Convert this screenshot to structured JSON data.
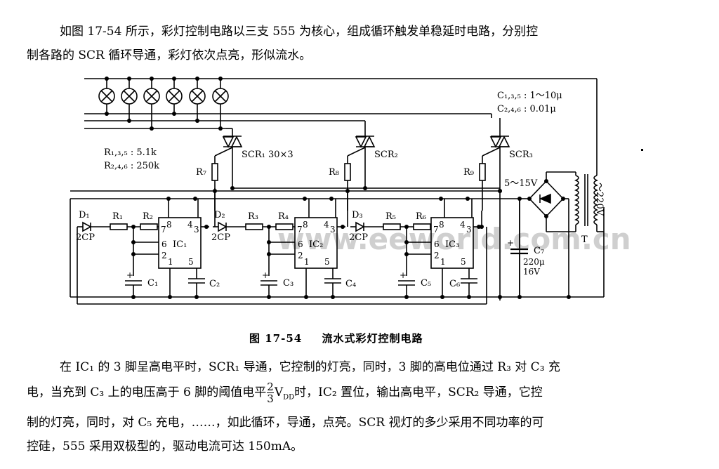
{
  "intro": {
    "line1": "如图 17-54 所示，彩灯控制电路以三支 555 为核心，组成循环触发单稳延时电路，分别控",
    "line2": "制各路的 SCR 循环导通，彩灯依次点亮，形似流水。"
  },
  "diagram": {
    "notes": {
      "c_odd": "C₁,₃,₅ : 1～10μ",
      "c_even": "C₂,₄,₆ : 0.01μ",
      "r_odd": "R₁,₃,₅ : 5.1k",
      "r_even": "R₂,₄,₆ : 250k"
    },
    "lamps": {
      "count": 6,
      "icon": "lamp-icon"
    },
    "scr": [
      {
        "label": "SCR₁",
        "extra": "30×3",
        "gate_resistor": "R₇"
      },
      {
        "label": "SCR₂",
        "extra": "",
        "gate_resistor": "R₈"
      },
      {
        "label": "SCR₃",
        "extra": "",
        "gate_resistor": "R₉"
      }
    ],
    "stages": [
      {
        "diode": "D₁",
        "diode_type": "2CP",
        "r_a": "R₁",
        "r_b": "R₂",
        "ic": "IC₁",
        "c_timing": "C₁",
        "c_ctrl": "C₂"
      },
      {
        "diode": "D₂",
        "diode_type": "2CP",
        "r_a": "R₃",
        "r_b": "R₄",
        "ic": "IC₂",
        "c_timing": "C₃",
        "c_ctrl": "C₄"
      },
      {
        "diode": "D₃",
        "diode_type": "2CP",
        "r_a": "R₅",
        "r_b": "R₆",
        "ic": "IC₃",
        "c_timing": "C₅",
        "c_ctrl": "C₆"
      }
    ],
    "ic_pins": {
      "p7": "7",
      "p8": "8",
      "p4": "4",
      "p3": "3",
      "p6": "6",
      "p2": "2",
      "p1": "1",
      "p5": "5"
    },
    "supply": {
      "voltage": "5～15V",
      "filter_cap": "C₇",
      "filter_cap_value": "220μ",
      "filter_cap_rating": "16V",
      "transformer": "T",
      "mains": "～220V"
    },
    "watermark": "www.eeworld.com.cn"
  },
  "caption": {
    "number": "图 17-54",
    "title": "流水式彩灯控制电路"
  },
  "body": {
    "l1": "在 IC₁ 的 3 脚呈高电平时，SCR₁ 导通，它控制的灯亮，同时，3 脚的高电位通过 R₃ 对 C₃ 充",
    "l2_pre": "电，当充到 C₃ 上的电压高于 6 脚的阈值电平",
    "frac_num": "2",
    "frac_den": "3",
    "l2_post": "V",
    "l2_sub": "DD",
    "l2_tail": "时，IC₂ 置位，输出高电平，SCR₂ 导通，它控",
    "l3": "制的灯亮，同时，对 C₅ 充电，……，如此循环，导通，点亮。SCR 视灯的多少采用不同功率的可",
    "l4": "控硅，555 采用双极型的，驱动电流可达 150mA。"
  }
}
